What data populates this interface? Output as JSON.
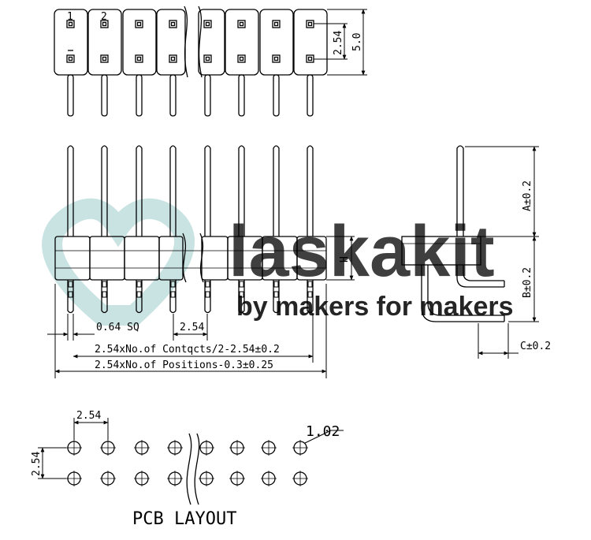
{
  "watermark": {
    "brand": "laskakit",
    "tagline": "by makers for makers",
    "colors": {
      "brand_pink": "#f3b9b9",
      "brand_teal": "#b9dcdc",
      "tagline_teal": "#c4e0e0"
    }
  },
  "top_view": {
    "pin_labels": [
      "1",
      "2"
    ],
    "dims": {
      "pitch": "2.54",
      "height": "5.0"
    }
  },
  "front_view": {
    "dims": {
      "pin_size": "0.64 SQ",
      "pitch": "2.54",
      "contacts_formula": "2.54xNo.of  Contqcts/2-2.54±0.2",
      "positions_formula": "2.54xNo.of  Positions-0.3±0.25",
      "header_height": "H"
    }
  },
  "side_view": {
    "dims": {
      "a": "A±0.2",
      "b": "B±0.2",
      "c": "C±0.2"
    }
  },
  "pcb_layout": {
    "title": "PCB LAYOUT",
    "dims": {
      "pitch_x": "2.54",
      "pitch_y": "2.54",
      "hole": "1.02"
    }
  },
  "colors": {
    "line": "#000000",
    "background": "#ffffff"
  }
}
